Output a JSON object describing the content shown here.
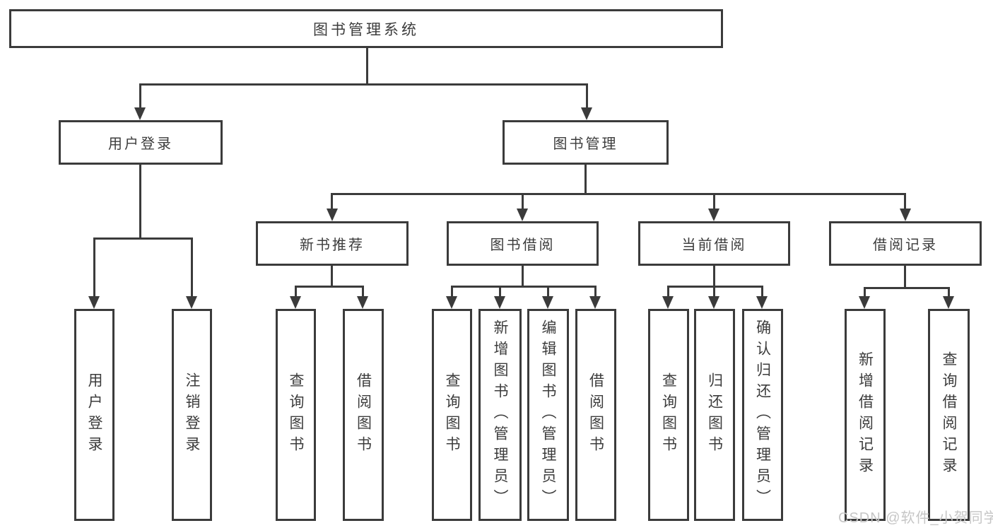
{
  "tree": {
    "root": "图书管理系统",
    "children": [
      {
        "label": "用户登录",
        "children": [
          "用户登录",
          "注销登录"
        ]
      },
      {
        "label": "图书管理",
        "children": [
          {
            "label": "新书推荐",
            "children": [
              "查询图书",
              "借阅图书"
            ]
          },
          {
            "label": "图书借阅",
            "children": [
              "查询图书",
              "新增图书（管理员）",
              "编辑图书（管理员）",
              "借阅图书"
            ]
          },
          {
            "label": "当前借阅",
            "children": [
              "查询图书",
              "归还图书",
              "确认归还（管理员）"
            ]
          },
          {
            "label": "借阅记录",
            "children": [
              "新增借阅记录",
              "查询借阅记录"
            ]
          }
        ]
      }
    ]
  },
  "watermark": {
    "text": "CSDN @软件_小贺同学"
  },
  "colors": {
    "line": "#3b3b3b",
    "text": "#3c3c3c",
    "watermark": "#c6c6c6",
    "background": "#ffffff"
  }
}
